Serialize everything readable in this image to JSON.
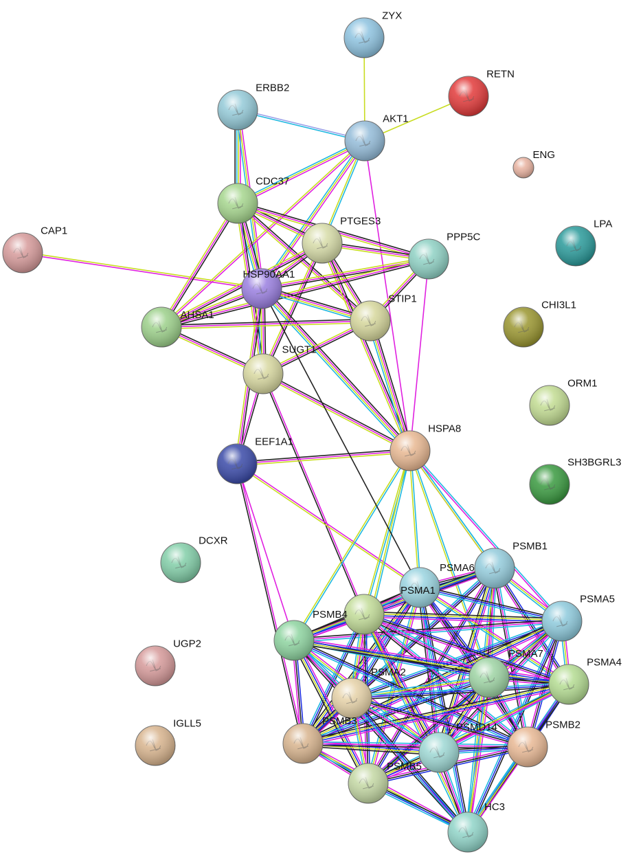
{
  "network": {
    "nodes": [
      {
        "id": "ZYX",
        "label": "ZYX",
        "color": "#8ec3e0"
      },
      {
        "id": "RETN",
        "label": "RETN",
        "color": "#e23a3a"
      },
      {
        "id": "ERBB2",
        "label": "ERBB2",
        "color": "#94cad8"
      },
      {
        "id": "AKT1",
        "label": "AKT1",
        "color": "#94bcd9"
      },
      {
        "id": "ENG",
        "label": "ENG",
        "color": "#e8b2a0"
      },
      {
        "id": "CDC37",
        "label": "CDC37",
        "color": "#a6d68e"
      },
      {
        "id": "CAP1",
        "label": "CAP1",
        "color": "#d69a9a"
      },
      {
        "id": "PTGES3",
        "label": "PTGES3",
        "color": "#d7dca8"
      },
      {
        "id": "PPP5C",
        "label": "PPP5C",
        "color": "#8fd1c4"
      },
      {
        "id": "LPA",
        "label": "LPA",
        "color": "#2a9a9a"
      },
      {
        "id": "HSP90AA1",
        "label": "HSP90AA1",
        "color": "#9a7fe0"
      },
      {
        "id": "AHSA1",
        "label": "AHSA1",
        "color": "#9cd08a"
      },
      {
        "id": "STIP1",
        "label": "STIP1",
        "color": "#d6d79c"
      },
      {
        "id": "CHI3L1",
        "label": "CHI3L1",
        "color": "#9a9630"
      },
      {
        "id": "SUGT1",
        "label": "SUGT1",
        "color": "#d8d8a0"
      },
      {
        "id": "ORM1",
        "label": "ORM1",
        "color": "#c2dc92"
      },
      {
        "id": "EEF1A1",
        "label": "EEF1A1",
        "color": "#3a4aa8"
      },
      {
        "id": "HSPA8",
        "label": "HSPA8",
        "color": "#e8b892"
      },
      {
        "id": "SH3BGRL3",
        "label": "SH3BGRL3",
        "color": "#3a9a40"
      },
      {
        "id": "DCXR",
        "label": "DCXR",
        "color": "#82cea8"
      },
      {
        "id": "PSMB1",
        "label": "PSMB1",
        "color": "#8ed0a8"
      },
      {
        "id": "PSMA6",
        "label": "PSMA6",
        "color": "#94ccdc"
      },
      {
        "id": "PSMA1",
        "label": "PSMA1",
        "color": "#9ad4e0"
      },
      {
        "id": "PSMA5",
        "label": "PSMA5",
        "color": "#8ecadc"
      },
      {
        "id": "PSMB4",
        "label": "PSMB4",
        "color": "#c2dc98"
      },
      {
        "id": "PSMB4_ALT",
        "label": "",
        "color": "#8ed4a0"
      },
      {
        "id": "UGP2",
        "label": "UGP2",
        "color": "#d69a9a"
      },
      {
        "id": "PSMA7",
        "label": "PSMA7",
        "color": "#9ed4a4"
      },
      {
        "id": "PSMA4",
        "label": "PSMA4",
        "color": "#b4dc92"
      },
      {
        "id": "PSMA2",
        "label": "PSMA2",
        "color": "#e6d2a8"
      },
      {
        "id": "PSMB3",
        "label": "PSMB3",
        "color": "#d8b48e"
      },
      {
        "id": "PSMD14",
        "label": "PSMD14",
        "color": "#9ed8d4"
      },
      {
        "id": "PSMB2",
        "label": "PSMB2",
        "color": "#e8b894"
      },
      {
        "id": "IGLL5",
        "label": "IGLL5",
        "color": "#d8b48e"
      },
      {
        "id": "PSMB5",
        "label": "PSMB5",
        "color": "#c4d8a4"
      },
      {
        "id": "HC3",
        "label": "HC3",
        "color": "#90d4c8"
      }
    ],
    "edge_colors": {
      "black": "#222222",
      "magenta": "#e020e0",
      "yellow": "#c8dc20",
      "cyan": "#20b8e0",
      "blue": "#2030e0",
      "lavender": "#9aa0e8"
    }
  }
}
